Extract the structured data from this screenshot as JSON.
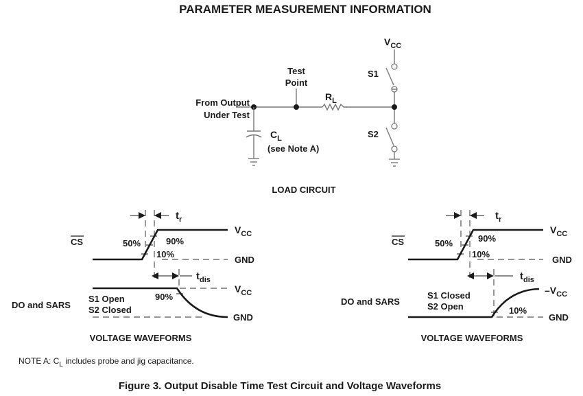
{
  "header": {
    "title": "PARAMETER MEASUREMENT INFORMATION"
  },
  "load_circuit": {
    "caption": "LOAD CIRCUIT",
    "input_label_line1": "From Output",
    "input_label_line2": "Under Test",
    "test_point_line1": "Test",
    "test_point_line2": "Point",
    "resistor_main": "R",
    "resistor_sub": "L",
    "capacitor_main": "C",
    "capacitor_sub": "L",
    "capacitor_note": "(see Note A)",
    "supply_main": "V",
    "supply_sub": "CC",
    "switch1": "S1",
    "switch2": "S2"
  },
  "waveforms_left": {
    "caption": "VOLTAGE WAVEFORMS",
    "input_signal": "CS",
    "output_signal": "DO and SARS",
    "condition_line1": "S1 Open",
    "condition_line2": "S2 Closed",
    "rise_time_main": "t",
    "rise_time_sub": "r",
    "disable_time_main": "t",
    "disable_time_sub": "dis",
    "pct_50": "50%",
    "pct_90_input": "90%",
    "pct_10_input": "10%",
    "pct_90_output": "90%",
    "vcc_main": "V",
    "vcc_sub": "CC",
    "gnd": "GND"
  },
  "waveforms_right": {
    "caption": "VOLTAGE WAVEFORMS",
    "input_signal": "CS",
    "output_signal": "DO and SARS",
    "condition_line1": "S1 Closed",
    "condition_line2": "S2 Open",
    "rise_time_main": "t",
    "rise_time_sub": "r",
    "disable_time_main": "t",
    "disable_time_sub": "dis",
    "pct_50": "50%",
    "pct_90_input": "90%",
    "pct_10_input": "10%",
    "pct_10_output": "10%",
    "vcc_main": "V",
    "vcc_sub": "CC",
    "vcc_out_main": "–V",
    "vcc_out_sub": "CC",
    "gnd": "GND"
  },
  "note": {
    "prefix": "NOTE A: C",
    "sub": "L",
    "text": " includes probe and jig capacitance."
  },
  "figure_caption": "Figure 3. Output Disable Time Test Circuit and Voltage Waveforms"
}
